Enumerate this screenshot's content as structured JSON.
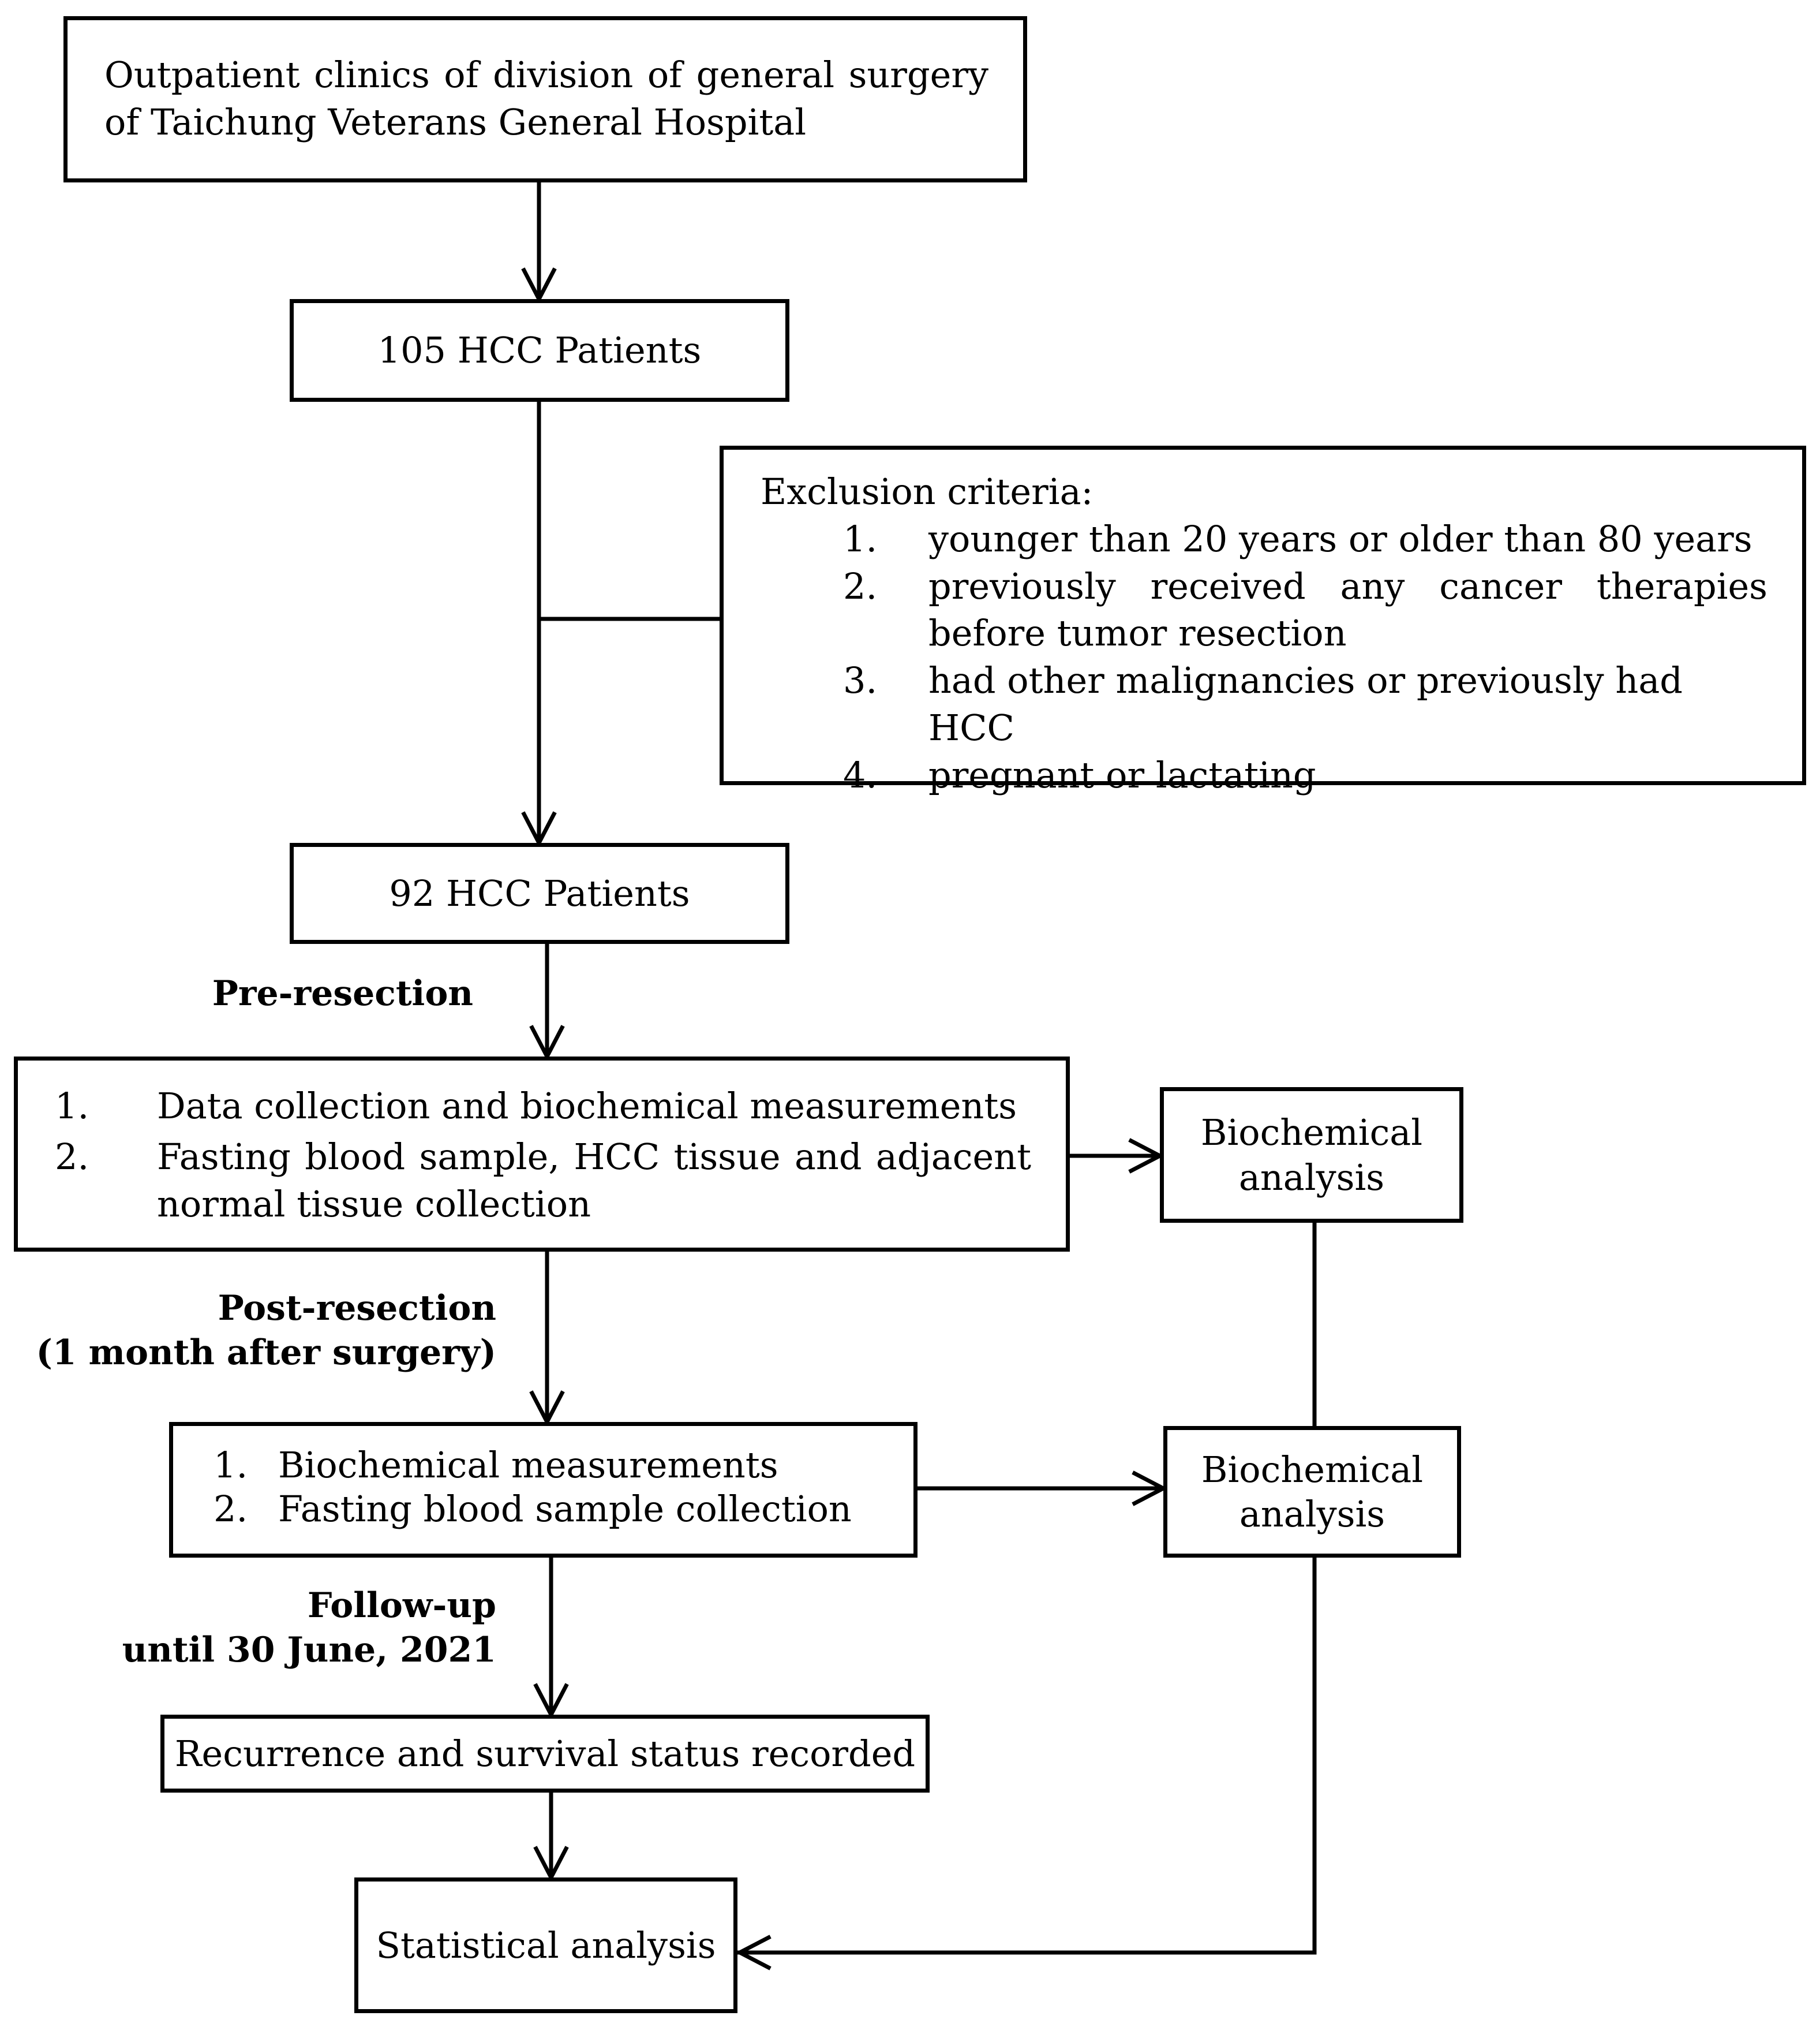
{
  "boxes": {
    "outpatient": {
      "text": "Outpatient clinics of division of general surgery of Taichung Veterans General Hospital"
    },
    "patients_105": {
      "text": "105 HCC Patients"
    },
    "exclusion": {
      "title": "Exclusion criteria:",
      "items": [
        {
          "num": "1.",
          "text": "younger than 20 years or older than 80 years"
        },
        {
          "num": "2.",
          "text": "previously received any cancer therapies before tumor resection"
        },
        {
          "num": "3.",
          "text": "had other malignancies or previously had HCC"
        },
        {
          "num": "4.",
          "text": "pregnant or lactating"
        }
      ]
    },
    "patients_92": {
      "text": "92 HCC Patients"
    },
    "pre_steps": {
      "items": [
        {
          "num": "1.",
          "text": "Data collection and biochemical measurements"
        },
        {
          "num": "2.",
          "text": "Fasting blood sample, HCC tissue and adjacent normal tissue collection"
        }
      ]
    },
    "post_steps": {
      "items": [
        {
          "num": "1.",
          "text": "Biochemical measurements"
        },
        {
          "num": "2.",
          "text": "Fasting blood sample collection"
        }
      ]
    },
    "biochem_1": {
      "text": "Biochemical analysis"
    },
    "biochem_2": {
      "text": "Biochemical analysis"
    },
    "recurrence": {
      "text": "Recurrence and survival status recorded"
    },
    "statistical": {
      "text": "Statistical analysis"
    }
  },
  "labels": {
    "pre_resection": "Pre-resection",
    "post_resection_line1": "Post-resection",
    "post_resection_line2": "(1 month after surgery)",
    "followup_line1": "Follow-up",
    "followup_line2": "until 30 June, 2021"
  },
  "colors": {
    "line": "#000000",
    "background": "#ffffff"
  }
}
